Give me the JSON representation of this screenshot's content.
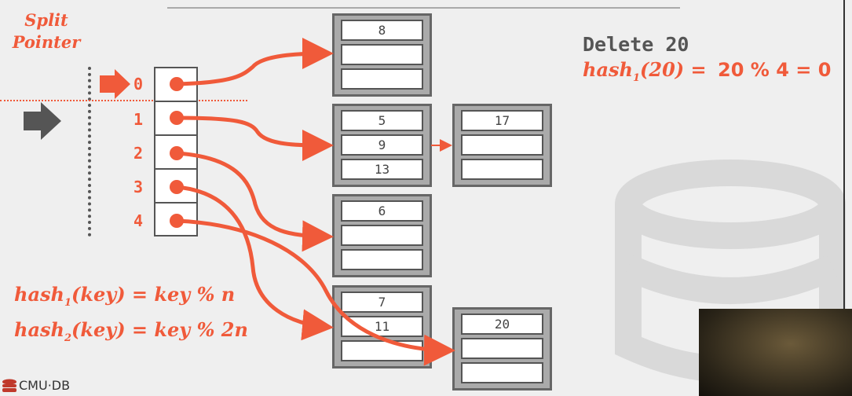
{
  "title": {
    "split_pointer": "Split Pointer"
  },
  "operation": {
    "label": "Delete 20",
    "formula_lhs": "hash",
    "formula_sub": "1",
    "formula_arg": "(20) =",
    "formula_rhs": "20 % 4 = 0"
  },
  "directory": {
    "indices": [
      "0",
      "1",
      "2",
      "3",
      "4"
    ]
  },
  "buckets": [
    {
      "slots": [
        "8",
        "",
        ""
      ]
    },
    {
      "slots": [
        "5",
        "9",
        "13"
      ]
    },
    {
      "slots": [
        "17",
        "",
        ""
      ]
    },
    {
      "slots": [
        "6",
        "",
        ""
      ]
    },
    {
      "slots": [
        "7",
        "11",
        ""
      ]
    },
    {
      "slots": [
        "20",
        "",
        ""
      ]
    }
  ],
  "hash_functions": [
    {
      "name": "hash",
      "sub": "1",
      "rest": "(key) = key % n"
    },
    {
      "name": "hash",
      "sub": "2",
      "rest": "(key) = key % 2n"
    }
  ],
  "footer": {
    "logo": "CMU·DB"
  },
  "colors": {
    "accent": "#f05a3a",
    "gray": "#555555"
  }
}
